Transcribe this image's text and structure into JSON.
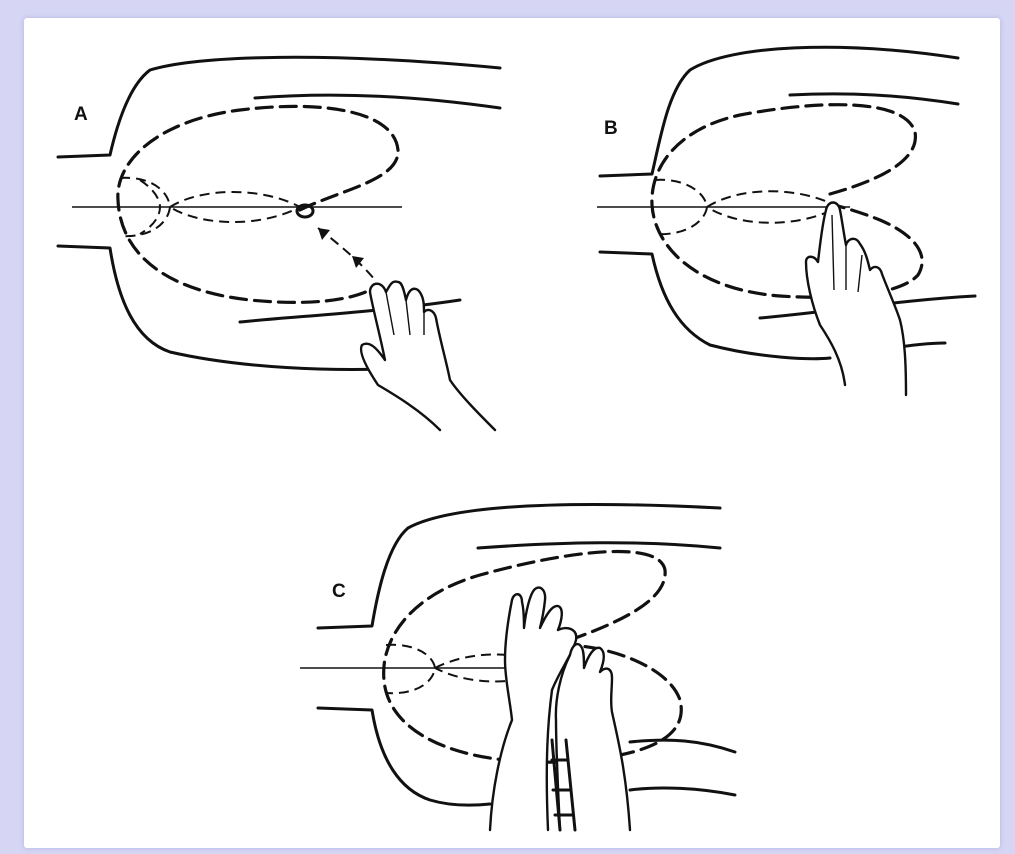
{
  "panels": [
    {
      "id": "A",
      "label": "A"
    },
    {
      "id": "B",
      "label": "B"
    },
    {
      "id": "C",
      "label": "C"
    }
  ],
  "colors": {
    "background": "#d6d6f4",
    "panel": "#ffffff",
    "ink": "#111111"
  }
}
